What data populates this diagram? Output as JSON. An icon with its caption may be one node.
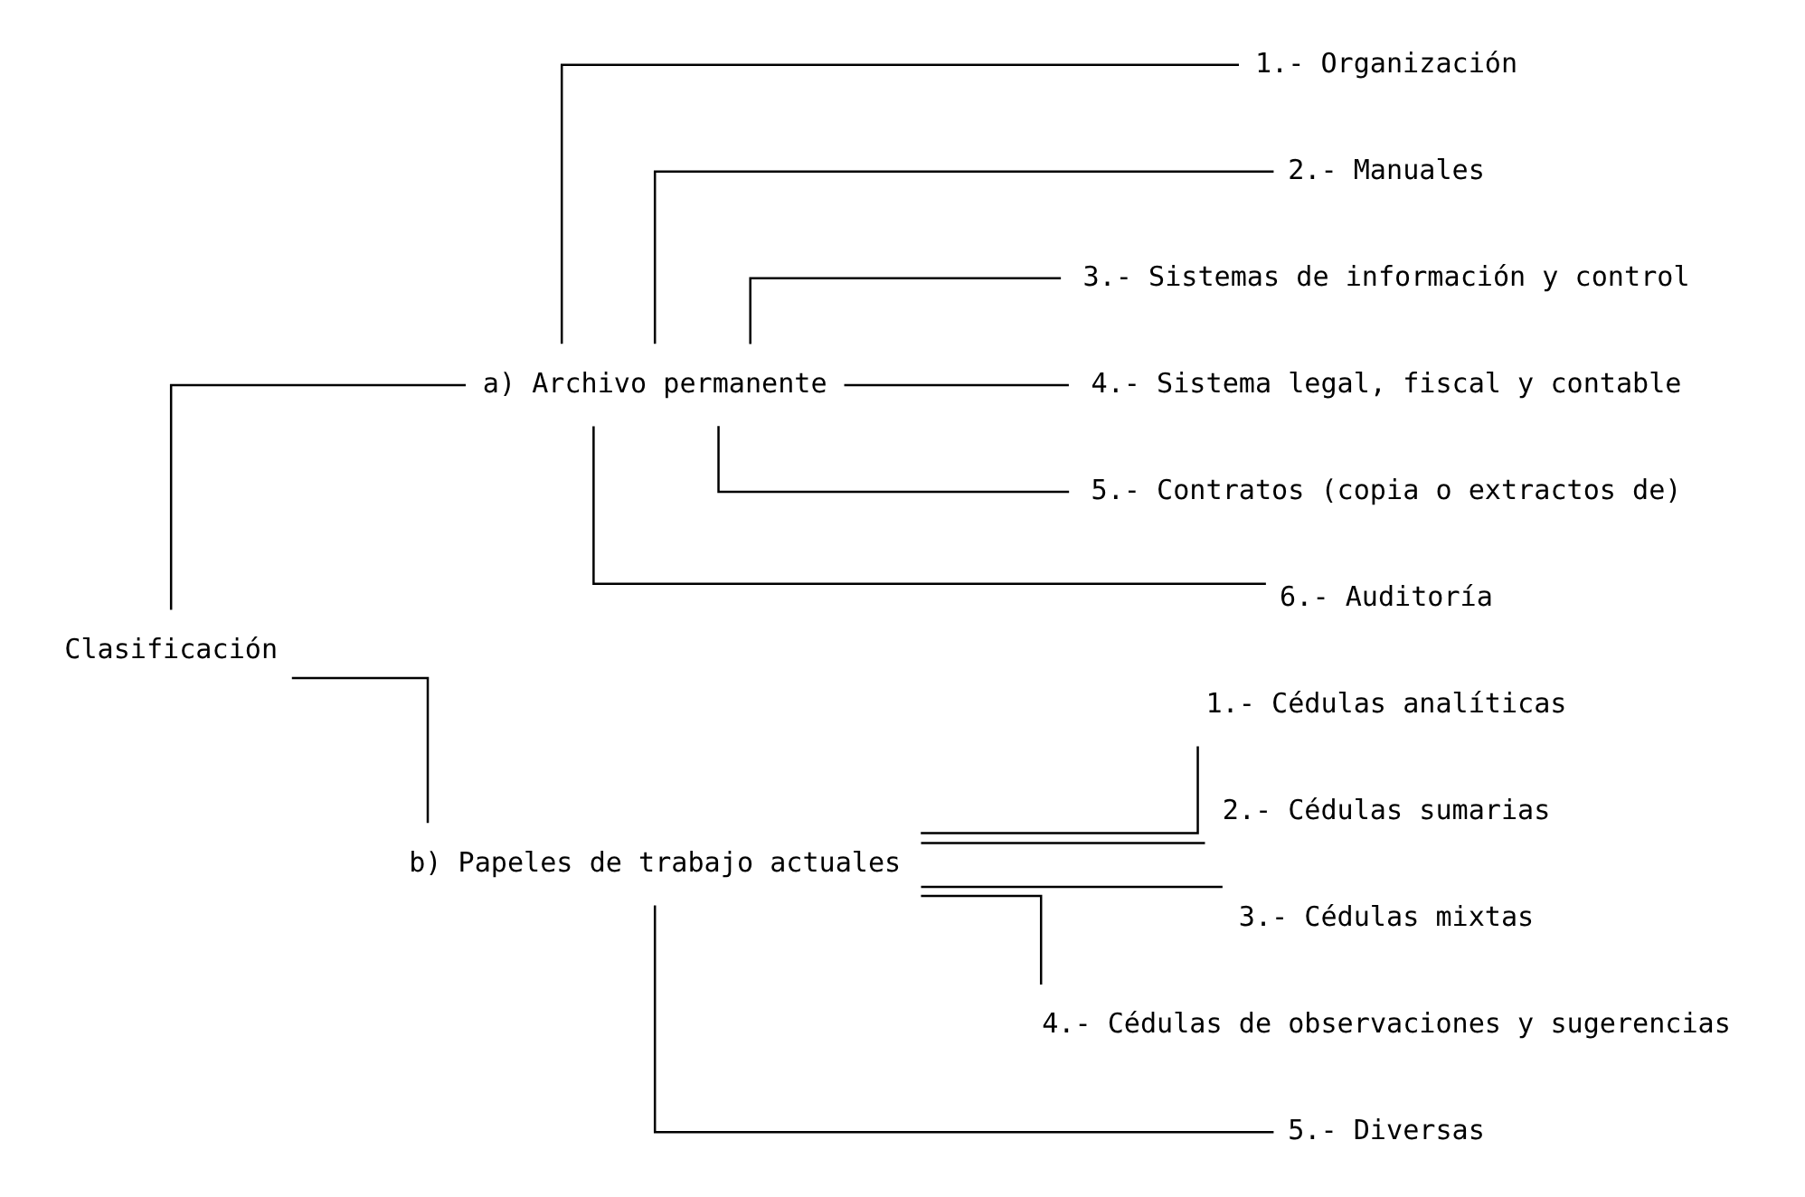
{
  "diagram": {
    "nodes": [
      {
        "text": [
          "Clasificación"
        ]
      },
      {
        "text": [
          "a) Archivo permanente"
        ]
      },
      {
        "text": [
          "1.- Organización"
        ]
      },
      {
        "text": [
          "2.- Manuales"
        ]
      },
      {
        "text": [
          "3.- Sistemas de información y control"
        ]
      },
      {
        "text": [
          "4.- Sistema legal, fiscal y contable"
        ]
      },
      {
        "text": [
          "5.- Contratos (copia o extractos de)"
        ]
      },
      {
        "text": [
          "6.- Auditoría"
        ]
      },
      {
        "text": [
          "b) Papeles de trabajo actuales"
        ]
      },
      {
        "text": [
          "1.- Cédulas analíticas"
        ]
      },
      {
        "text": [
          "2.- Cédulas sumarias"
        ]
      },
      {
        "text": [
          "3.- Cédulas mixtas"
        ]
      },
      {
        "text": [
          "4.- Cédulas de observaciones y sugerencias"
        ]
      },
      {
        "text": [
          "5.- Diversas"
        ]
      }
    ],
    "edges": [
      {
        "from": 0,
        "to": 1,
        "arrow": "none"
      },
      {
        "from": 0,
        "to": 8,
        "arrow": "none"
      },
      {
        "from": 1,
        "to": 2,
        "arrow": "none"
      },
      {
        "from": 1,
        "to": 3,
        "arrow": "none"
      },
      {
        "from": 1,
        "to": 4,
        "arrow": "none"
      },
      {
        "from": 1,
        "to": 5,
        "arrow": "none"
      },
      {
        "from": 1,
        "to": 6,
        "arrow": "none"
      },
      {
        "from": 1,
        "to": 7,
        "arrow": "none"
      },
      {
        "from": 8,
        "to": 9,
        "arrow": "none"
      },
      {
        "from": 8,
        "to": 10,
        "arrow": "none"
      },
      {
        "from": 8,
        "to": 11,
        "arrow": "none"
      },
      {
        "from": 8,
        "to": 12,
        "arrow": "none"
      },
      {
        "from": 8,
        "to": 13,
        "arrow": "none"
      }
    ]
  }
}
